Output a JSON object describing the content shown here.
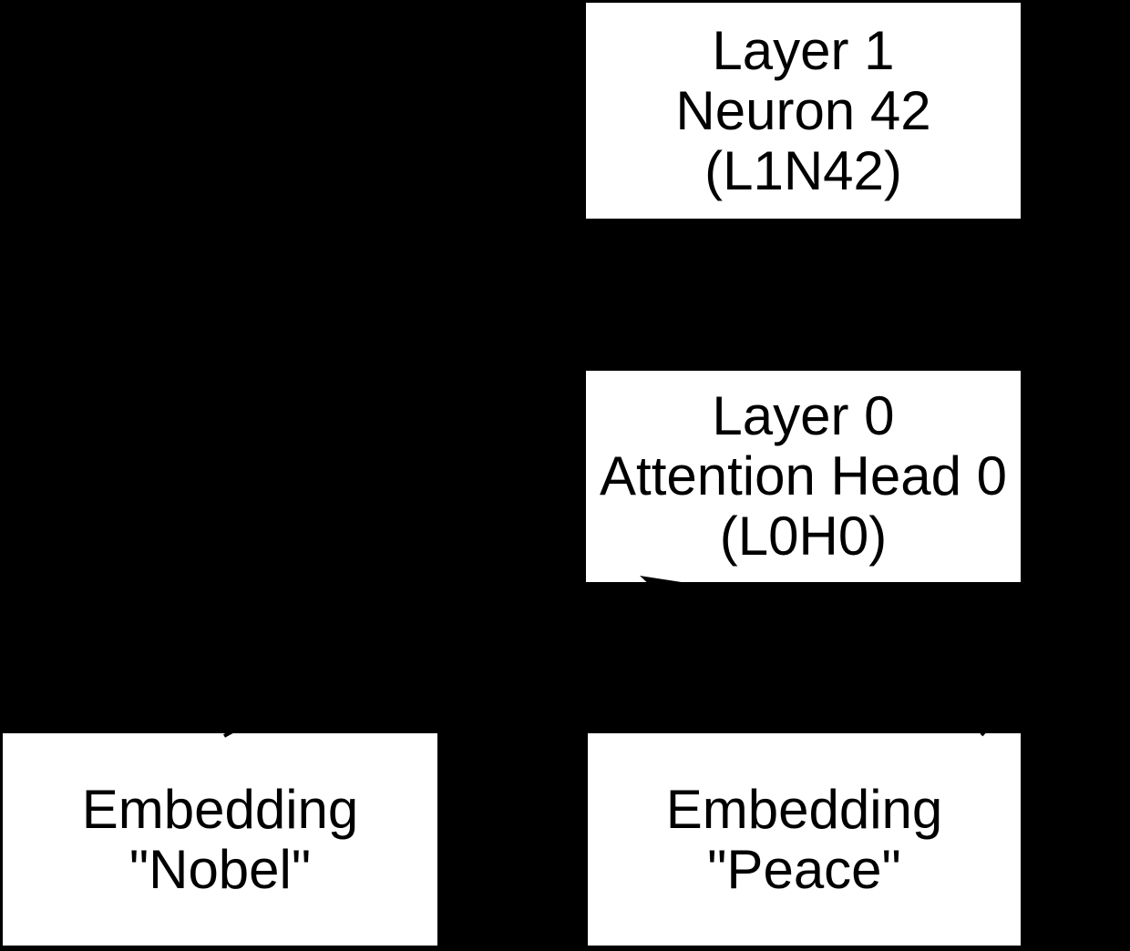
{
  "diagram": {
    "title": "attention-circuit-diagram",
    "background_color": "#000000",
    "node_fill_color": "#ffffff",
    "node_text_color": "#000000",
    "arrow_color": "#000000",
    "nodes": [
      {
        "id": "l1n42",
        "lines": [
          "Layer 1",
          "Neuron 42",
          "(L1N42)"
        ]
      },
      {
        "id": "l0h0",
        "lines": [
          "Layer 0",
          "Attention Head 0",
          "(L0H0)"
        ]
      },
      {
        "id": "embedding-nobel",
        "lines": [
          "Embedding",
          "\"Nobel\""
        ]
      },
      {
        "id": "embedding-peace",
        "lines": [
          "Embedding",
          "\"Peace\""
        ]
      }
    ],
    "edges": [
      {
        "from": "embedding-nobel",
        "to": "l0h0",
        "visible_mark": "black arrowhead pointing up-left over bottom-left of L0H0 box; small line stub on top edge of Nobel box"
      },
      {
        "from": "embedding-peace",
        "to": "l1n42",
        "visible_mark": "small line stub on top edge of Peace box; rest hidden black-on-black"
      },
      {
        "from": "l0h0",
        "to": "l1n42",
        "visible_mark": "none (black arrow on black background)"
      }
    ]
  }
}
